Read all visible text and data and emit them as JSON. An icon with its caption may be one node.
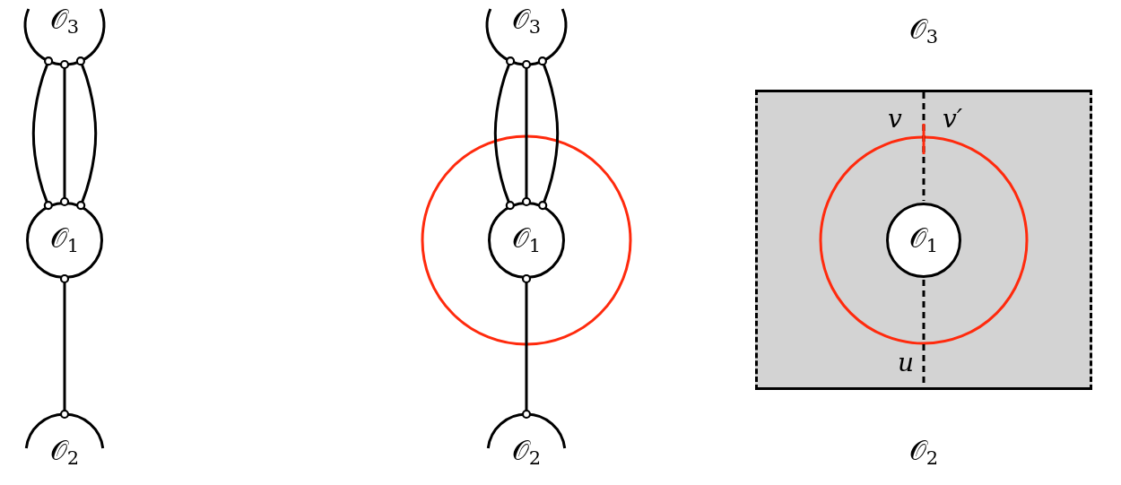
{
  "diagram": {
    "nodes": [
      {
        "text": [
          "𝒪$_{3}$"
        ]
      },
      {
        "text": [
          "𝒪$_{1}$"
        ]
      },
      {
        "text": [
          "𝒪$_{2}$"
        ]
      },
      {
        "text": [
          "𝒪$_{3}$"
        ]
      },
      {
        "text": [
          "𝒪$_{1}$"
        ]
      },
      {
        "text": [
          "𝒪$_{2}$"
        ]
      },
      {
        "text": [],
        "shape": "box"
      },
      {
        "text": [
          "𝒪$_{1}$"
        ],
        "in": 6
      }
    ],
    "edges": [
      {
        "from": 0,
        "to": 1,
        "arrow": "other"
      },
      {
        "from": 0,
        "to": 1,
        "arrow": "other"
      },
      {
        "from": 0,
        "to": 1,
        "arrow": "other"
      },
      {
        "from": 1,
        "to": 2,
        "arrow": "other"
      },
      {
        "from": 3,
        "to": 4,
        "arrow": "other"
      },
      {
        "from": 3,
        "to": 4,
        "arrow": "other"
      },
      {
        "from": 3,
        "to": 4,
        "arrow": "other"
      },
      {
        "from": 4,
        "to": 5,
        "arrow": "other"
      }
    ],
    "labels": [
      "𝒪$_{3}$",
      "v",
      "v′",
      "u",
      "𝒪$_{2}$"
    ]
  }
}
